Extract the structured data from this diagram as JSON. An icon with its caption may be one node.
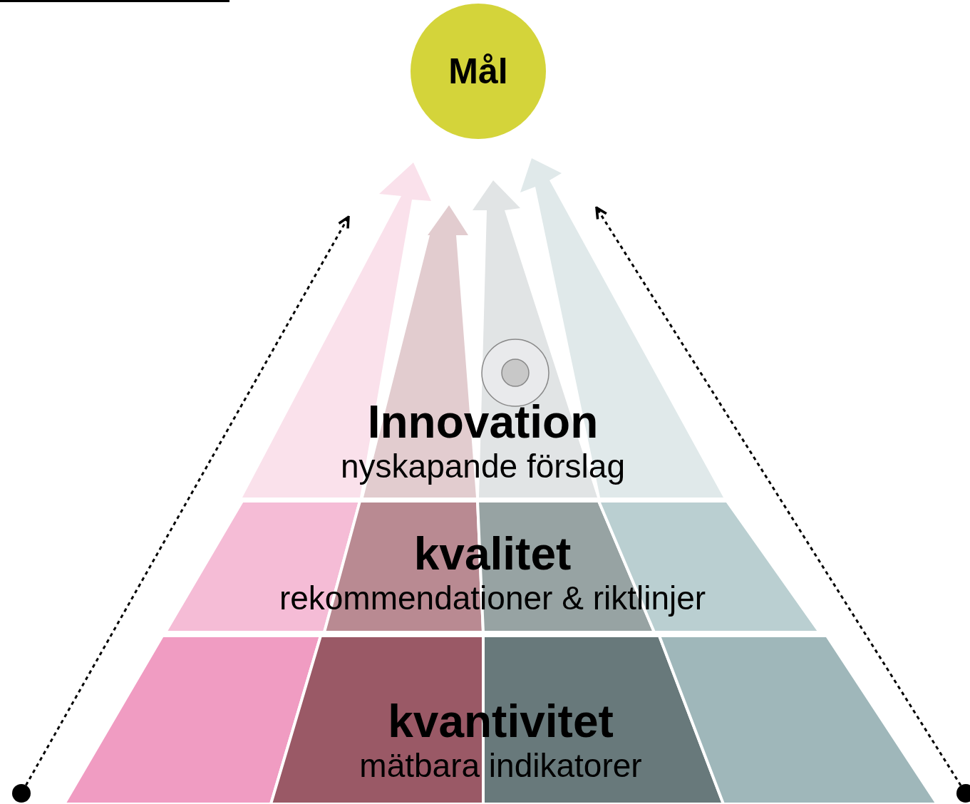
{
  "diagram": {
    "nodes": [
      {
        "text": [
          "Mål"
        ]
      },
      {
        "text": [
          "Innovation",
          "nyskapande förslag"
        ]
      },
      {
        "text": [
          "kvalitet",
          "rekommendationer & riktlinjer"
        ]
      },
      {
        "text": [
          "kvantivitet",
          "mätbara indikatorer"
        ]
      },
      {
        "text": [],
        "shape": "circle"
      },
      {
        "text": [],
        "shape": "circle"
      }
    ],
    "edges": [
      {
        "from": 1,
        "to": 0,
        "arrow": "to",
        "style": "thick",
        "color": "#fae1eb"
      },
      {
        "from": 1,
        "to": 0,
        "arrow": "to",
        "style": "thick",
        "color": "#e2cccf"
      },
      {
        "from": 1,
        "to": 0,
        "arrow": "to",
        "style": "thick",
        "color": "#e1e4e5"
      },
      {
        "from": 1,
        "to": 0,
        "arrow": "to",
        "style": "thick",
        "color": "#e0e9ea"
      },
      {
        "from": 4,
        "to": null,
        "arrow": "to",
        "style": "dashed"
      },
      {
        "from": 5,
        "to": null,
        "arrow": "to",
        "style": "dashed"
      }
    ]
  }
}
